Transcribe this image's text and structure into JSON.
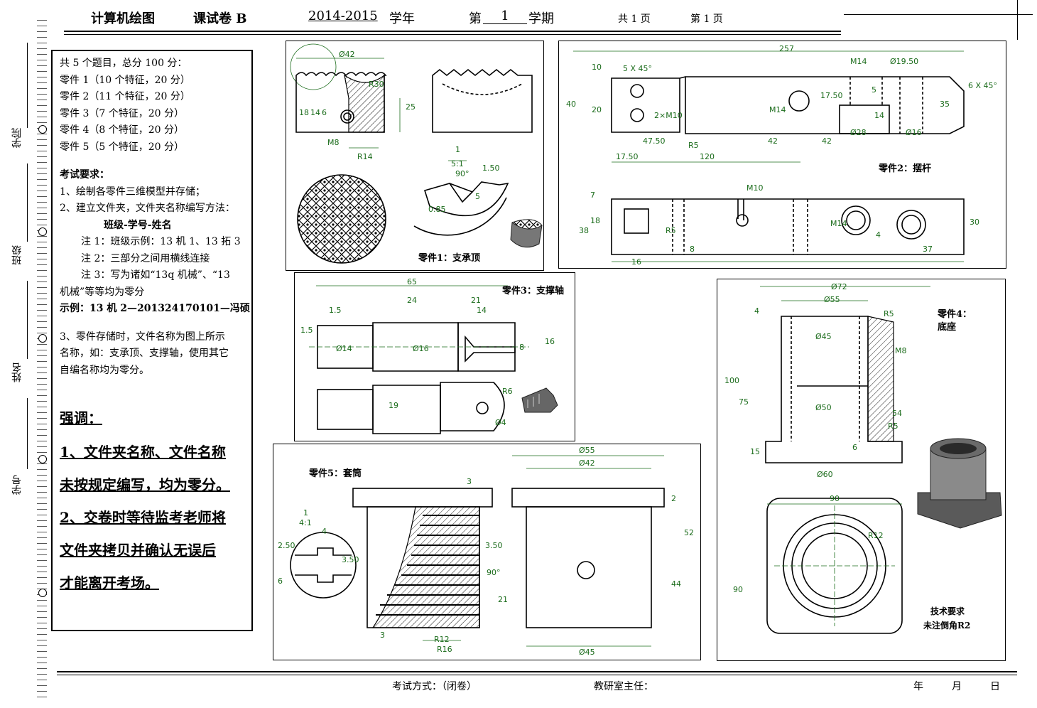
{
  "header": {
    "subject": "计算机绘图",
    "paper": "课试卷 B",
    "year": "2014-2015",
    "year_suffix": "学年",
    "term_prefix": "第",
    "term_no": "1",
    "term_suffix": "学期",
    "total_pages": "共 1 页",
    "page_no": "第 1 页"
  },
  "margin_labels": {
    "college": "学院",
    "class": "班级",
    "name": "姓名",
    "student_id": "学号"
  },
  "notice": {
    "summary": "共 5 个题目，总分 100 分：",
    "parts": [
      "零件 1（10 个特征，20 分）",
      "零件 2（11 个特征，20 分）",
      "零件 3（7 个特征，20 分）",
      "零件 4（8 个特征，20 分）",
      "零件 5（5 个特征，20 分）"
    ],
    "req_title": "考试要求：",
    "req1": "1、绘制各零件三维模型并存储；",
    "req2": "2、建立文件夹，文件夹名称编写方法：",
    "format": "班级-学号-姓名",
    "note1": "注 1：班级示例：13 机 1、13 拓 3",
    "note2": "注 2：三部分之间用横线连接",
    "note3a": "注 3：写为诸如“13q 机械”、“13",
    "note3b": "机械”等等均为零分",
    "example": "示例：13 机 2—201324170101—冯硕",
    "req3a": "3、零件存储时，文件名称为图上所示",
    "req3b": "名称，如：支承顶、支撑轴，使用其它",
    "req3c": "自编名称均为零分。",
    "emph_title": "强调：",
    "emph_lines": [
      "1、文件夹名称、文件名称",
      "未按规定编写，均为零分。",
      "2、交卷时等待监考老师将",
      "文件夹拷贝并确认无误后",
      "才能离开考场。"
    ]
  },
  "parts": {
    "p1": {
      "caption": "零件1：支承顶",
      "scale": "5:1",
      "dims": [
        "Ø42",
        "R30",
        "25",
        "18",
        "14",
        "6",
        "M8",
        "R14",
        "1",
        "90°",
        "1.50",
        "5",
        "0.85"
      ]
    },
    "p2": {
      "caption": "零件2：摆杆",
      "dims": [
        "257",
        "5 X 45°",
        "M14",
        "Ø19.50",
        "10",
        "40",
        "20",
        "2×M10",
        "17.50",
        "M14",
        "5",
        "35",
        "14",
        "47.50",
        "R5",
        "42",
        "42",
        "Ø28",
        "Ø16",
        "17.50",
        "120",
        "6 X 45°",
        "M10",
        "7",
        "18",
        "38",
        "M14",
        "4",
        "30",
        "R5",
        "8",
        "16",
        "37"
      ]
    },
    "p3": {
      "caption": "零件3：支撑轴",
      "dims": [
        "65",
        "24",
        "21",
        "1.5",
        "14",
        "1.5",
        "Ø14",
        "Ø16",
        "8",
        "16",
        "19",
        "R6",
        "Ø4"
      ]
    },
    "p4": {
      "caption": "零件4：",
      "caption2": "底座",
      "dims": [
        "Ø72",
        "Ø55",
        "4",
        "R5",
        "Ø45",
        "M8",
        "100",
        "75",
        "Ø50",
        "54",
        "R5",
        "15",
        "6",
        "Ø60",
        "90",
        "R12",
        "90"
      ],
      "tech_title": "技术要求",
      "tech_text": "未注倒角R2"
    },
    "p5": {
      "caption": "零件5：套筒",
      "dims": [
        "3",
        "1",
        "4:1",
        "4",
        "2.50",
        "3.50",
        "6",
        "3.50",
        "90°",
        "21",
        "3",
        "R12",
        "R16",
        "Ø55",
        "Ø42",
        "2",
        "52",
        "44",
        "Ø45"
      ]
    }
  },
  "footer": {
    "exam_mode": "考试方式：（闭卷）",
    "director": "教研室主任：",
    "year": "年",
    "month": "月",
    "day": "日"
  }
}
